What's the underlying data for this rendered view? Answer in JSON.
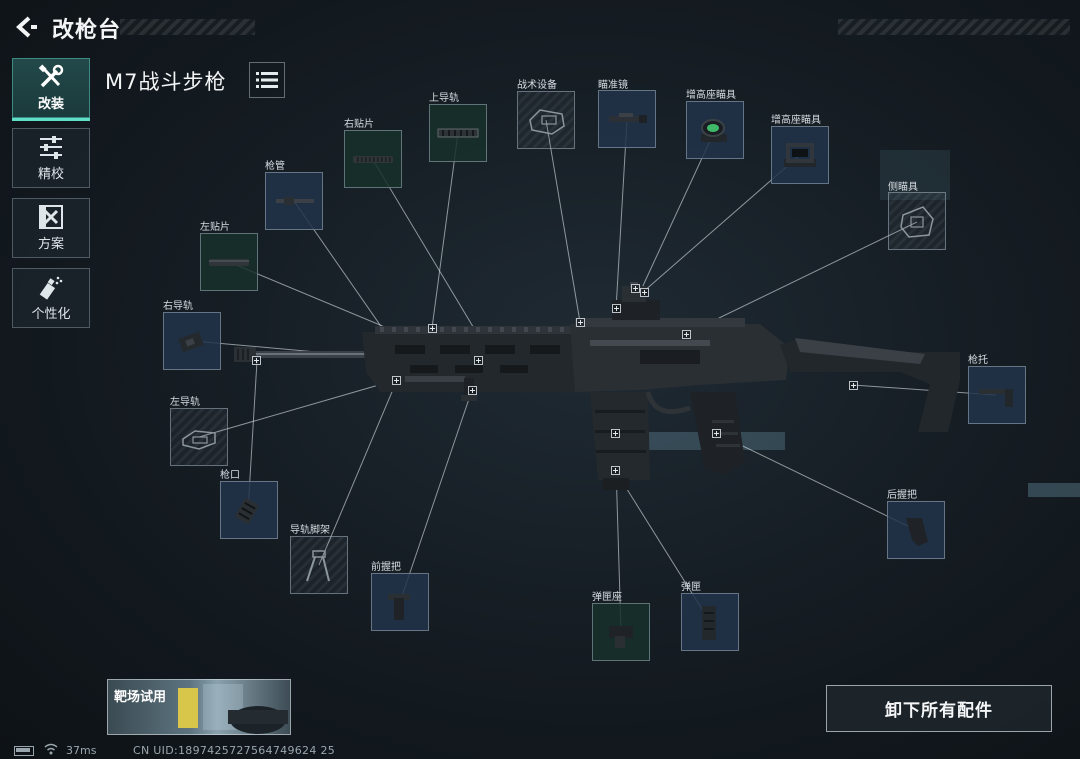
{
  "header": {
    "title": "改枪台"
  },
  "nav": [
    {
      "label": "改装",
      "icon": "wrench-screwdriver-icon",
      "active": true
    },
    {
      "label": "精校",
      "icon": "sliders-icon",
      "active": false
    },
    {
      "label": "方案",
      "icon": "blueprint-icon",
      "active": false
    },
    {
      "label": "个性化",
      "icon": "spray-can-icon",
      "active": false
    }
  ],
  "weapon": {
    "name": "M7战斗步枪"
  },
  "slots": {
    "tactical": {
      "label": "战术设备"
    },
    "upper_rail": {
      "label": "上导轨"
    },
    "scope": {
      "label": "瞄准镜"
    },
    "riser_a": {
      "label": "增高座瞄具"
    },
    "riser_b": {
      "label": "增高座瞄具"
    },
    "right_panel": {
      "label": "右贴片"
    },
    "barrel": {
      "label": "枪管"
    },
    "side_sight": {
      "label": "侧瞄具"
    },
    "left_panel": {
      "label": "左贴片"
    },
    "right_rail": {
      "label": "右导轨"
    },
    "left_rail": {
      "label": "左导轨"
    },
    "muzzle": {
      "label": "枪口"
    },
    "stock": {
      "label": "枪托"
    },
    "bipod": {
      "label": "导轨脚架"
    },
    "foregrip": {
      "label": "前握把"
    },
    "rear_grip": {
      "label": "后握把"
    },
    "mag_well": {
      "label": "弹匣座"
    },
    "magazine": {
      "label": "弹匣"
    }
  },
  "range": {
    "label": "靶场试用"
  },
  "actions": {
    "unequip_all": "卸下所有配件"
  },
  "status": {
    "ping": "37ms",
    "uid": "CN UID:1897425727564749624 25"
  },
  "colors": {
    "accent": "#5fe0c6",
    "slot_blue": "#22344a",
    "slot_green": "#18302a"
  }
}
